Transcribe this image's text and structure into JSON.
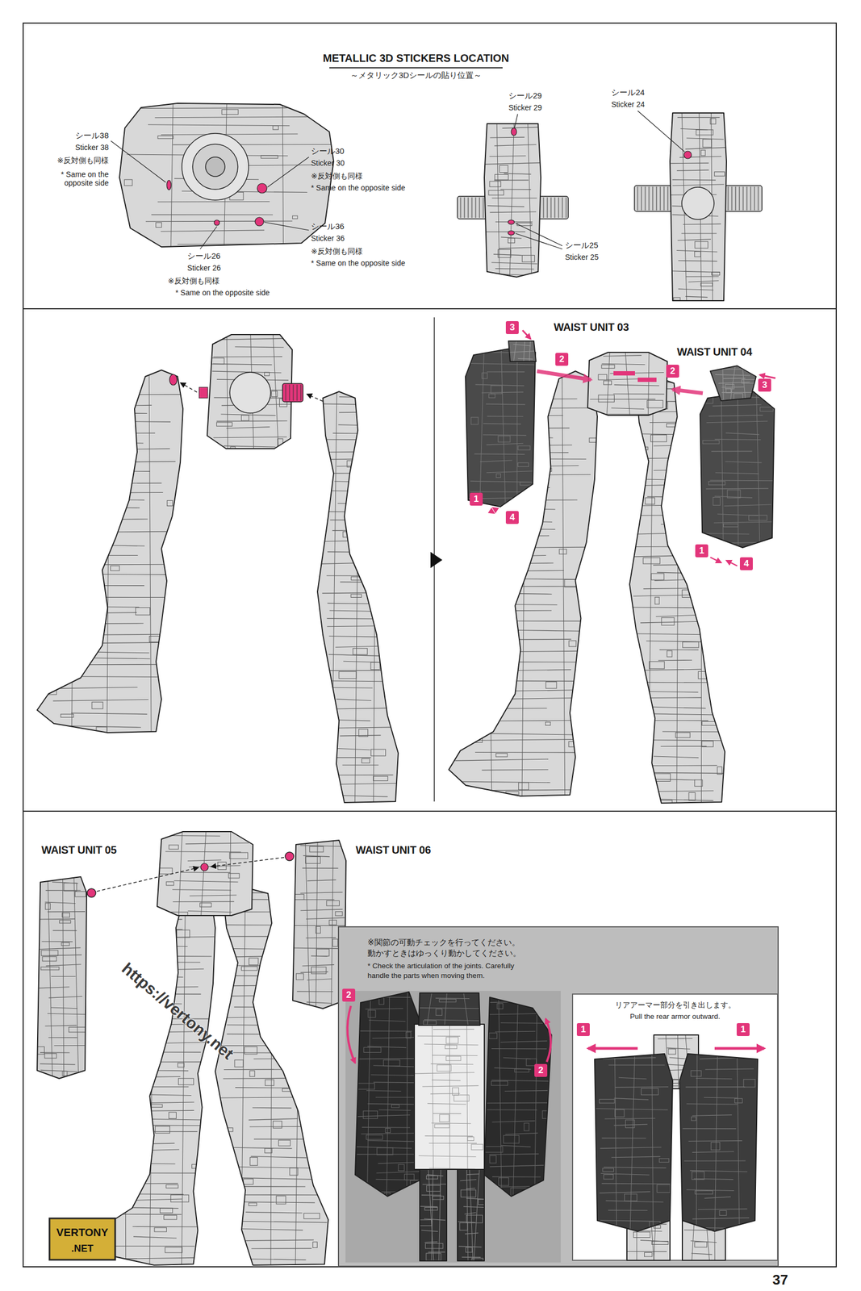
{
  "diagram": {
    "title": "METALLIC 3D STICKERS LOCATION",
    "nodes": [
      {
        "text": [
          "※関節の可動チェックを行ってください。 動かすときはゆっくり動かしてください。",
          "* Check the articulation of the joints. Carefully handle the parts when moving them."
        ]
      },
      {
        "text": [
          "リアアーマー部分を引き出します。",
          "Pull the rear armor outward."
        ],
        "in": 0
      }
    ],
    "labels": [
      "～メタリック3Dシールの貼り位置～",
      "シール38",
      "Sticker 38",
      "※反対側も同様",
      "* Same on the opposite side",
      "シール30",
      "Sticker 30",
      "※反対側も同様",
      "* Same on the opposite side",
      "シール36",
      "Sticker 36",
      "※反対側も同様",
      "* Same on the opposite side",
      "シール26",
      "Sticker 26",
      "※反対側も同様",
      "* Same on the opposite side",
      "シール29",
      "Sticker 29",
      "シール24",
      "Sticker 24",
      "シール25",
      "Sticker 25",
      "WAIST UNIT 03",
      "WAIST UNIT 04",
      "3",
      "2",
      "1",
      "4",
      "2",
      "3",
      "1",
      "4",
      "WAIST UNIT 05",
      "WAIST UNIT 06",
      "2",
      "2",
      "1",
      "1",
      "https://vertony.net",
      "VERTONY",
      ".NET",
      "37"
    ]
  }
}
